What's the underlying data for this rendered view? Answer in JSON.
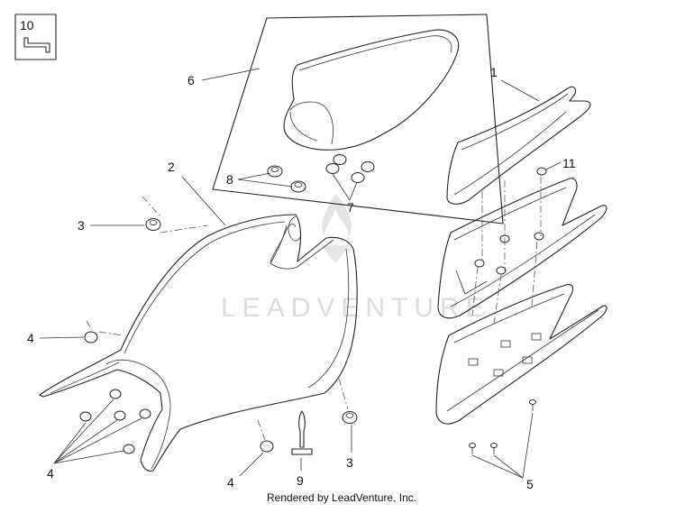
{
  "diagram": {
    "callouts": {
      "c1": "1",
      "c2": "2",
      "c3a": "3",
      "c3b": "3",
      "c4a": "4",
      "c4b": "4",
      "c4c": "4",
      "c5": "5",
      "c6": "6",
      "c7": "7",
      "c8": "8",
      "c9": "9",
      "c10": "10",
      "c11": "11"
    },
    "watermark": "LEADVENTURE",
    "footer": "Rendered by LeadVenture, Inc."
  }
}
